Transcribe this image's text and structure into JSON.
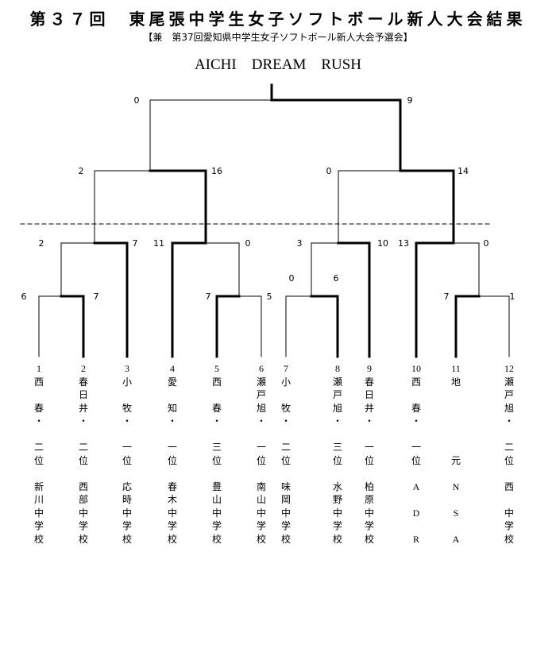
{
  "header": {
    "title": "第３７回　東尾張中学生女子ソフトボール新人大会結果",
    "subtitle": "【兼　第37回愛知県中学生女子ソフトボール新人大会予選会】",
    "event_name": "AICHI　DREAM　RUSH"
  },
  "bracket": {
    "scores": {
      "final_left": "0",
      "final_right": "9",
      "semi_1_left": "2",
      "semi_1_right": "16",
      "semi_2_left": "0",
      "semi_2_right": "14",
      "qf_1_left": "2",
      "qf_1_right": "7",
      "qf_2_left": "11",
      "qf_2_right": "0",
      "qf_3_left": "3",
      "qf_3_right": "10",
      "qf_4_left": "13",
      "qf_4_right": "0",
      "r1_1_left": "6",
      "r1_1_right": "7",
      "r1_2_left": "7",
      "r1_2_right": "5",
      "r1_3_left": "0",
      "r1_3_right": "6",
      "r1_4_left": "7",
      "r1_4_right": "1"
    }
  },
  "teams": [
    {
      "seed": "1",
      "lines": [
        "西",
        "",
        "春",
        "・",
        "",
        "二",
        "位",
        "",
        "新",
        "川",
        "中",
        "学",
        "校"
      ]
    },
    {
      "seed": "2",
      "lines": [
        "春",
        "日",
        "井",
        "・",
        "",
        "二",
        "位",
        "",
        "西",
        "部",
        "中",
        "学",
        "校"
      ]
    },
    {
      "seed": "3",
      "lines": [
        "小",
        "",
        "牧",
        "・",
        "",
        "一",
        "位",
        "",
        "応",
        "時",
        "中",
        "学",
        "校"
      ]
    },
    {
      "seed": "4",
      "lines": [
        "愛",
        "",
        "知",
        "・",
        "",
        "一",
        "位",
        "",
        "春",
        "木",
        "中",
        "学",
        "校"
      ]
    },
    {
      "seed": "5",
      "lines": [
        "西",
        "",
        "春",
        "・",
        "",
        "三",
        "位",
        "",
        "豊",
        "山",
        "中",
        "学",
        "校"
      ]
    },
    {
      "seed": "6",
      "lines": [
        "瀬",
        "戸",
        "旭",
        "・",
        "",
        "一",
        "位",
        "",
        "南",
        "山",
        "中",
        "学",
        "校"
      ]
    },
    {
      "seed": "7",
      "lines": [
        "小",
        "",
        "牧",
        "・",
        "",
        "二",
        "位",
        "",
        "味",
        "岡",
        "中",
        "学",
        "校"
      ]
    },
    {
      "seed": "8",
      "lines": [
        "瀬",
        "戸",
        "旭",
        "・",
        "",
        "三",
        "位",
        "",
        "水",
        "野",
        "中",
        "学",
        "校"
      ]
    },
    {
      "seed": "9",
      "lines": [
        "春",
        "日",
        "井",
        "・",
        "",
        "一",
        "位",
        "",
        "柏",
        "原",
        "中",
        "学",
        "校"
      ]
    },
    {
      "seed": "10",
      "lines": [
        "西",
        "",
        "春",
        "・",
        "",
        "一",
        "位",
        "",
        "A",
        "",
        "D",
        "",
        "R"
      ]
    },
    {
      "seed": "11",
      "lines": [
        "地",
        "",
        "",
        "",
        "",
        "",
        "元",
        "",
        "N",
        "",
        "S",
        "",
        "A"
      ]
    },
    {
      "seed": "12",
      "lines": [
        "瀬",
        "戸",
        "旭",
        "・",
        "",
        "二",
        "位",
        "",
        "西",
        "",
        "中",
        "学",
        "校"
      ]
    }
  ],
  "style": {
    "line_color": "#000000",
    "winner_line": "bold",
    "divider": "dashed"
  }
}
